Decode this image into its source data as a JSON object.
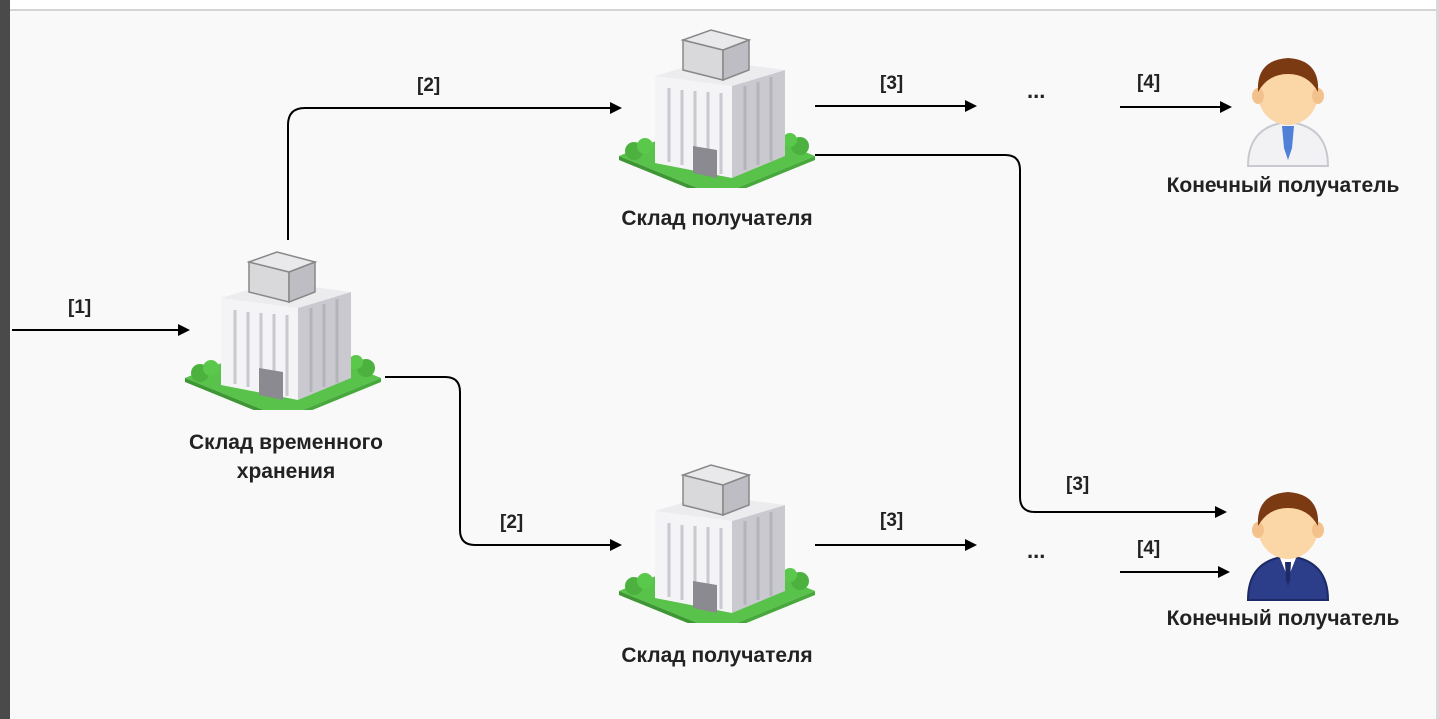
{
  "nodes": {
    "temp_warehouse": {
      "label_line1": "Склад временного",
      "label_line2": "хранения"
    },
    "recipient_warehouse_top": {
      "label": "Склад получателя"
    },
    "recipient_warehouse_bottom": {
      "label": "Склад получателя"
    },
    "end_recipient_top": {
      "label": "Конечный получатель"
    },
    "end_recipient_bottom": {
      "label": "Конечный получатель"
    },
    "ellipsis_top": {
      "label": "..."
    },
    "ellipsis_bottom": {
      "label": "..."
    }
  },
  "edges": {
    "e1": "[1]",
    "e2_top": "[2]",
    "e2_bottom": "[2]",
    "e3_top": "[3]",
    "e3_cross": "[3]",
    "e3_bottom": "[3]",
    "e4_top": "[4]",
    "e4_bottom": "[4]"
  },
  "colors": {
    "line": "#000000",
    "grass": "#59c24a",
    "building": "#e3e3e6",
    "person_hair": "#7b3a12",
    "person_top_shirt": "#ffffff",
    "person_bottom_suit": "#2c3d8a"
  }
}
